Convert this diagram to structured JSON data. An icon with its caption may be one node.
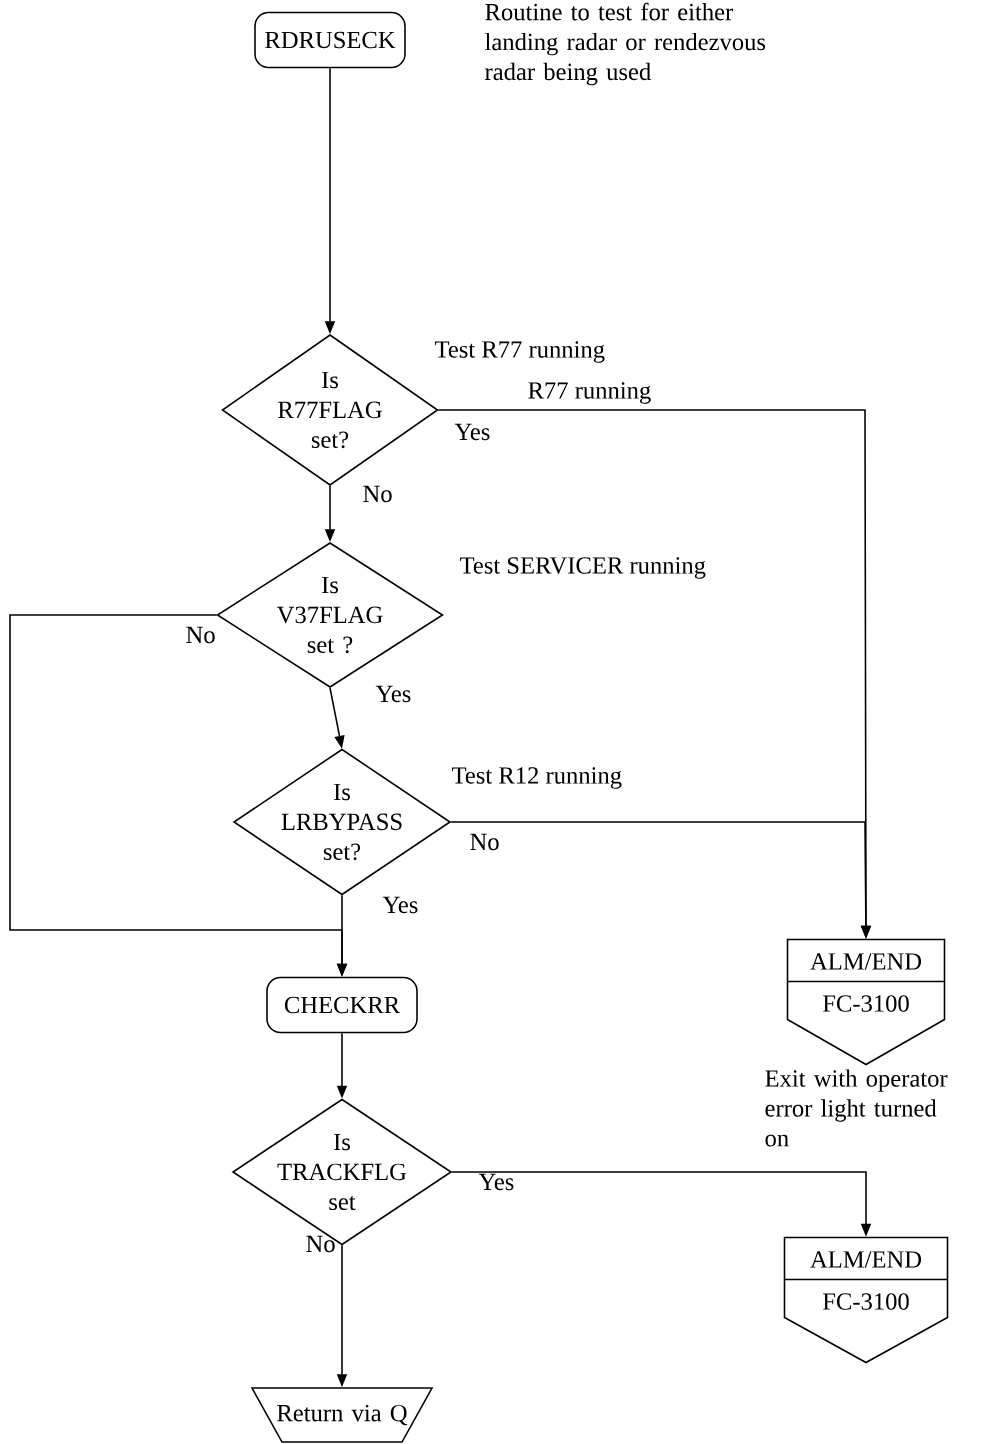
{
  "diagram": {
    "nodes": [
      {
        "text": [
          "RDRUSECK"
        ]
      },
      {
        "text": [
          "Is R77FLAG set?"
        ],
        "beside": [
          "Test R77 running"
        ]
      },
      {
        "text": [
          "Is V37FLAG set ?"
        ],
        "beside": [
          "Test SERVICER running"
        ]
      },
      {
        "text": [
          "Is LRBYPASS set?"
        ],
        "beside": [
          "Test R12 running"
        ]
      },
      {
        "text": [
          "CHECKRR"
        ]
      },
      {
        "text": [
          "Is TRACKFLG set"
        ]
      },
      {
        "text": [
          "Return via Q"
        ]
      },
      {
        "text": [
          "ALM/END",
          "FC-3100"
        ],
        "beside": [
          "Exit with operator error light turned on"
        ]
      },
      {
        "text": [
          "ALM/END",
          "FC-3100"
        ]
      }
    ],
    "edges": [
      {
        "from": 0,
        "to": 1,
        "arrow": "to"
      },
      {
        "from": 1,
        "to": 2,
        "arrow": "to",
        "label": "No"
      },
      {
        "from": 1,
        "to": 7,
        "arrow": "to",
        "label": "Yes"
      },
      {
        "from": 2,
        "to": 4,
        "arrow": "to",
        "label": "No"
      },
      {
        "from": 2,
        "to": 3,
        "arrow": "to",
        "label": "Yes"
      },
      {
        "from": 3,
        "to": 7,
        "arrow": "to",
        "label": "No"
      },
      {
        "from": 3,
        "to": 4,
        "arrow": "to",
        "label": "Yes"
      },
      {
        "from": 4,
        "to": 5,
        "arrow": "to"
      },
      {
        "from": 5,
        "to": 8,
        "arrow": "to",
        "label": "Yes"
      },
      {
        "from": 5,
        "to": 6,
        "arrow": "to",
        "label": "No"
      }
    ],
    "labels": [
      "Routine to test for either landing radar or rendezvous radar being used",
      "R77 running"
    ]
  }
}
